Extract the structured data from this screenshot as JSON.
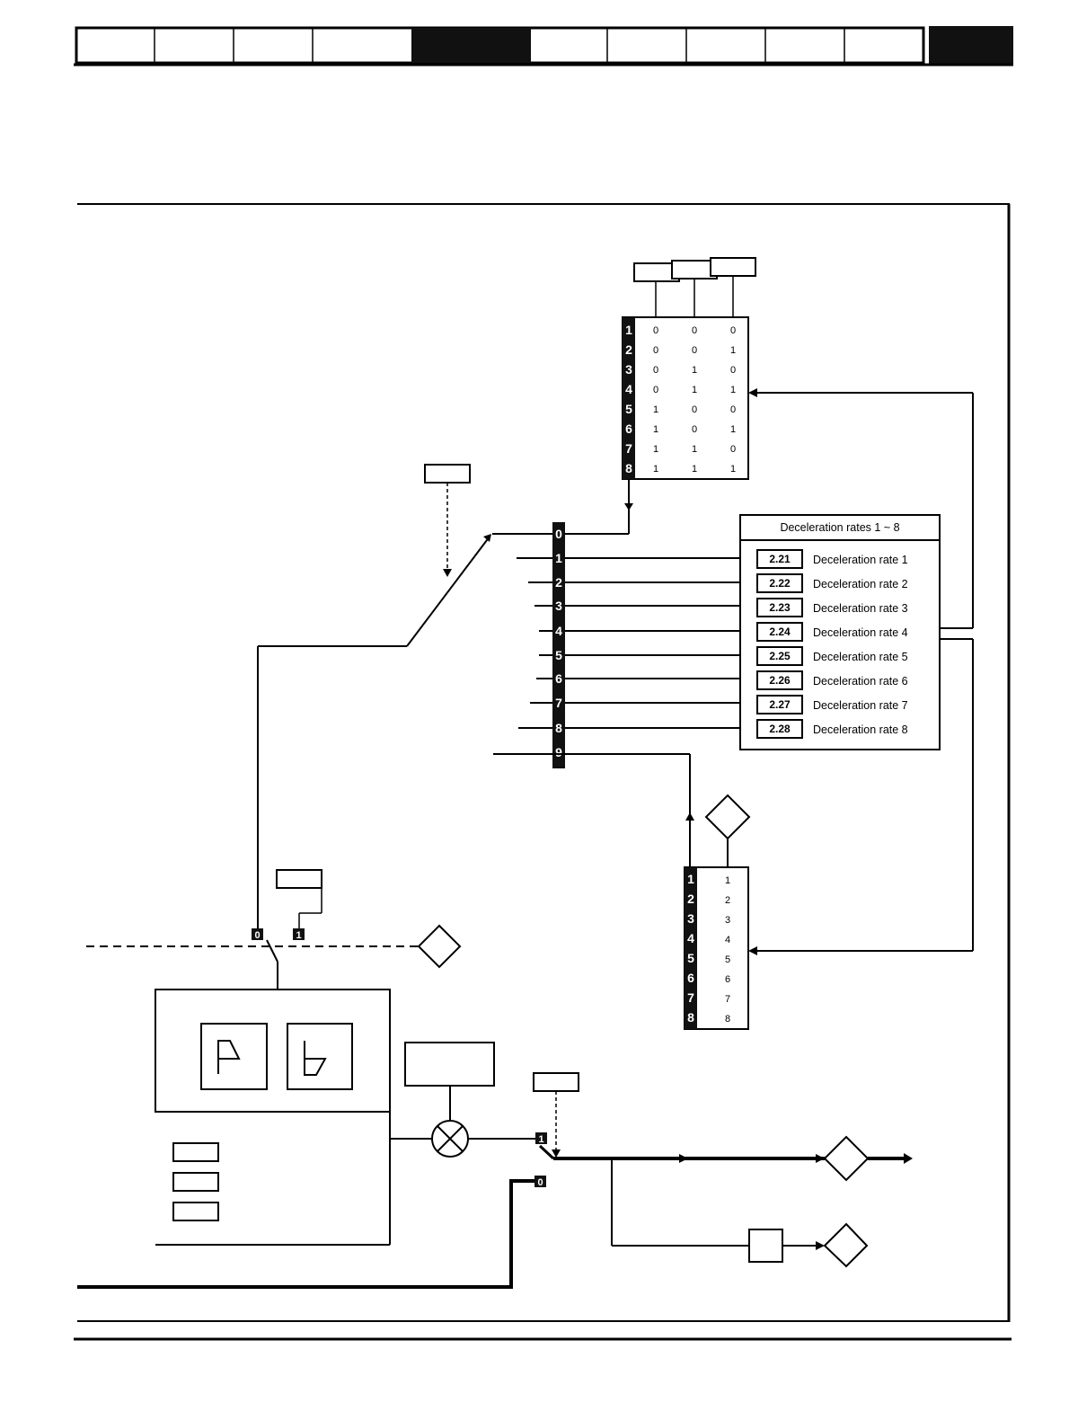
{
  "decel_panel": {
    "title": "Deceleration rates 1 ~ 8",
    "rows": [
      {
        "code": "2.21",
        "label": "Deceleration rate 1"
      },
      {
        "code": "2.22",
        "label": "Deceleration rate 2"
      },
      {
        "code": "2.23",
        "label": "Deceleration rate 3"
      },
      {
        "code": "2.24",
        "label": "Deceleration rate 4"
      },
      {
        "code": "2.25",
        "label": "Deceleration rate 5"
      },
      {
        "code": "2.26",
        "label": "Deceleration rate 6"
      },
      {
        "code": "2.27",
        "label": "Deceleration rate 7"
      },
      {
        "code": "2.28",
        "label": "Deceleration rate 8"
      }
    ]
  },
  "binary_table": {
    "index": [
      "1",
      "2",
      "3",
      "4",
      "5",
      "6",
      "7",
      "8"
    ],
    "rows": [
      [
        "0",
        "0",
        "0"
      ],
      [
        "0",
        "0",
        "1"
      ],
      [
        "0",
        "1",
        "0"
      ],
      [
        "0",
        "1",
        "1"
      ],
      [
        "1",
        "0",
        "0"
      ],
      [
        "1",
        "0",
        "1"
      ],
      [
        "1",
        "1",
        "0"
      ],
      [
        "1",
        "1",
        "1"
      ]
    ]
  },
  "selector_bar": {
    "positions": [
      "0",
      "1",
      "2",
      "3",
      "4",
      "5",
      "6",
      "7",
      "8",
      "9"
    ]
  },
  "lower_table": {
    "index": [
      "1",
      "2",
      "3",
      "4",
      "5",
      "6",
      "7",
      "8"
    ],
    "values": [
      "1",
      "2",
      "3",
      "4",
      "5",
      "6",
      "7",
      "8"
    ]
  },
  "switch_labels": {
    "top_left": "0",
    "top_right": "1",
    "bottom_top": "1",
    "bottom_bottom": "0"
  }
}
